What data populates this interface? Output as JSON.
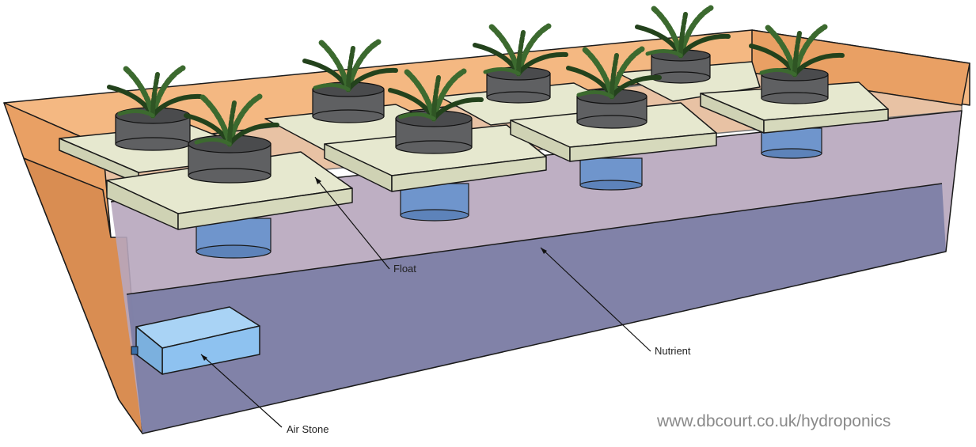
{
  "labels": {
    "float": "Float",
    "nutrient": "Nutrient",
    "air_stone": "Air Stone"
  },
  "watermark": "www.dbcourt.co.uk/hydroponics",
  "colors": {
    "tank_wood": "#e9a064",
    "tank_wood_dark": "#c9783c",
    "tank_rim": "#f4b882",
    "nutrient": "#7d7fa6",
    "nutrient_top": "#b7a6bd",
    "float": "#e6e8cf",
    "net_pot": "#5f6062",
    "root_cup": "#6f95cc",
    "air_stone": "#8ec2f0",
    "leaf": "#3c6a2f"
  }
}
